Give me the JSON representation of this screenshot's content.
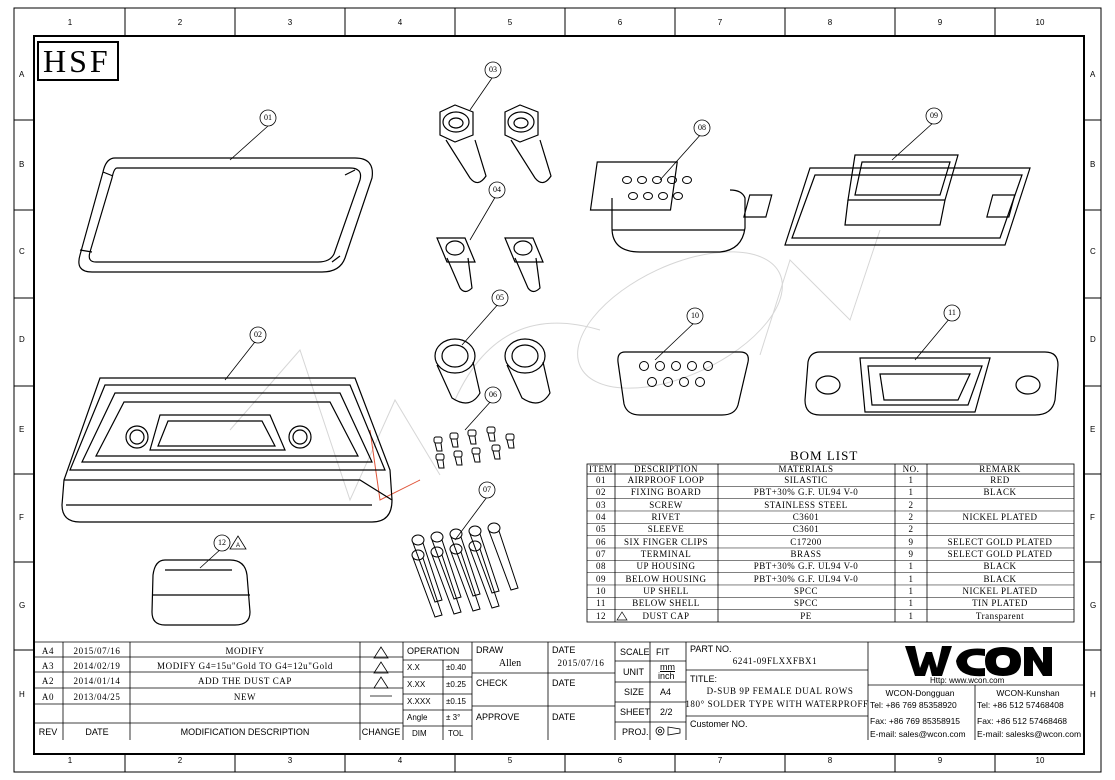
{
  "border": {
    "columns": [
      "1",
      "2",
      "3",
      "4",
      "5",
      "6",
      "7",
      "8",
      "9",
      "10"
    ],
    "rows": [
      "A",
      "B",
      "C",
      "D",
      "E",
      "F",
      "G",
      "H"
    ]
  },
  "logo_hsf": "HSF",
  "watermark": "WCON",
  "balloons": [
    "01",
    "02",
    "03",
    "04",
    "05",
    "06",
    "07",
    "08",
    "09",
    "10",
    "11",
    "12"
  ],
  "bom": {
    "title": "BOM LIST",
    "headers": [
      "ITEM",
      "DESCRIPTION",
      "MATERIALS",
      "NO.",
      "REMARK"
    ],
    "rows": [
      [
        "01",
        "AIRPROOF LOOP",
        "SILASTIC",
        "1",
        "RED"
      ],
      [
        "02",
        "FIXING BOARD",
        "PBT+30% G.F. UL94 V-0",
        "1",
        "BLACK"
      ],
      [
        "03",
        "SCREW",
        "STAINLESS STEEL",
        "2",
        ""
      ],
      [
        "04",
        "RIVET",
        "C3601",
        "2",
        "NICKEL PLATED"
      ],
      [
        "05",
        "SLEEVE",
        "C3601",
        "2",
        ""
      ],
      [
        "06",
        "SIX FINGER CLIPS",
        "C17200",
        "9",
        "SELECT GOLD PLATED"
      ],
      [
        "07",
        "TERMINAL",
        "BRASS",
        "9",
        "SELECT GOLD PLATED"
      ],
      [
        "08",
        "UP HOUSING",
        "PBT+30% G.F. UL94 V-0",
        "1",
        "BLACK"
      ],
      [
        "09",
        "BELOW HOUSING",
        "PBT+30% G.F. UL94 V-0",
        "1",
        "BLACK"
      ],
      [
        "10",
        "UP SHELL",
        "SPCC",
        "1",
        "NICKEL PLATED"
      ],
      [
        "11",
        "BELOW SHELL",
        "SPCC",
        "1",
        "TIN PLATED"
      ],
      [
        "12",
        "DUST CAP",
        "PE",
        "1",
        "Transparent"
      ]
    ]
  },
  "revisions": {
    "rows": [
      [
        "A4",
        "2015/07/16",
        "MODIFY"
      ],
      [
        "A3",
        "2014/02/19",
        "MODIFY G4=15u\"Gold TO G4=12u\"Gold"
      ],
      [
        "A2",
        "2014/01/14",
        "ADD THE  DUST CAP"
      ],
      [
        "A0",
        "2013/04/25",
        "NEW"
      ]
    ],
    "headers": [
      "REV",
      "DATE",
      "MODIFICATION DESCRIPTION",
      "CHANGE"
    ]
  },
  "tolerance": {
    "header": "OPERATION",
    "rows": [
      [
        "X.X",
        "±0.40"
      ],
      [
        "X.XX",
        "±0.25"
      ],
      [
        "X.XXX",
        "±0.15"
      ],
      [
        "Angle",
        "± 3°"
      ]
    ],
    "footer": [
      "DIM",
      "TOL"
    ]
  },
  "signoff": {
    "draw_label": "DRAW",
    "draw_name": "Allen",
    "date_label": "DATE",
    "draw_date": "2015/07/16",
    "check_label": "CHECK",
    "check_date_label": "DATE",
    "approve_label": "APPROVE",
    "approve_date_label": "DATE"
  },
  "specs": {
    "scale_label": "SCALE",
    "scale_value": "FIT",
    "unit_label": "UNIT",
    "unit_mm": "mm",
    "unit_inch": "inch",
    "size_label": "SIZE",
    "size_value": "A4",
    "sheet_label": "SHEET",
    "sheet_value": "2/2",
    "proj_label": "PROJ."
  },
  "part": {
    "part_no_label": "PART NO.",
    "part_no": "6241-09FLXXFBX1",
    "title_label": "TITLE:",
    "title_line1": "D-SUB 9P FEMALE DUAL ROWS",
    "title_line2": "180°  SOLDER TYPE WITH WATERPROFF",
    "customer_label": "Customer NO."
  },
  "company": {
    "logo": "WCON",
    "website": "Http: www.wcon.com",
    "dongguan_name": "WCON-Dongguan",
    "dongguan_tel": "Tel: +86 769 85358920",
    "dongguan_fax": "Fax: +86 769 85358915",
    "dongguan_email": "E-mail: sales@wcon.com",
    "kunshan_name": "WCON-Kunshan",
    "kunshan_tel": "Tel: +86 512 57468408",
    "kunshan_fax": "Fax: +86 512 57468468",
    "kunshan_email": "E-mail: salesks@wcon.com"
  },
  "accent_color": "#e0553a"
}
